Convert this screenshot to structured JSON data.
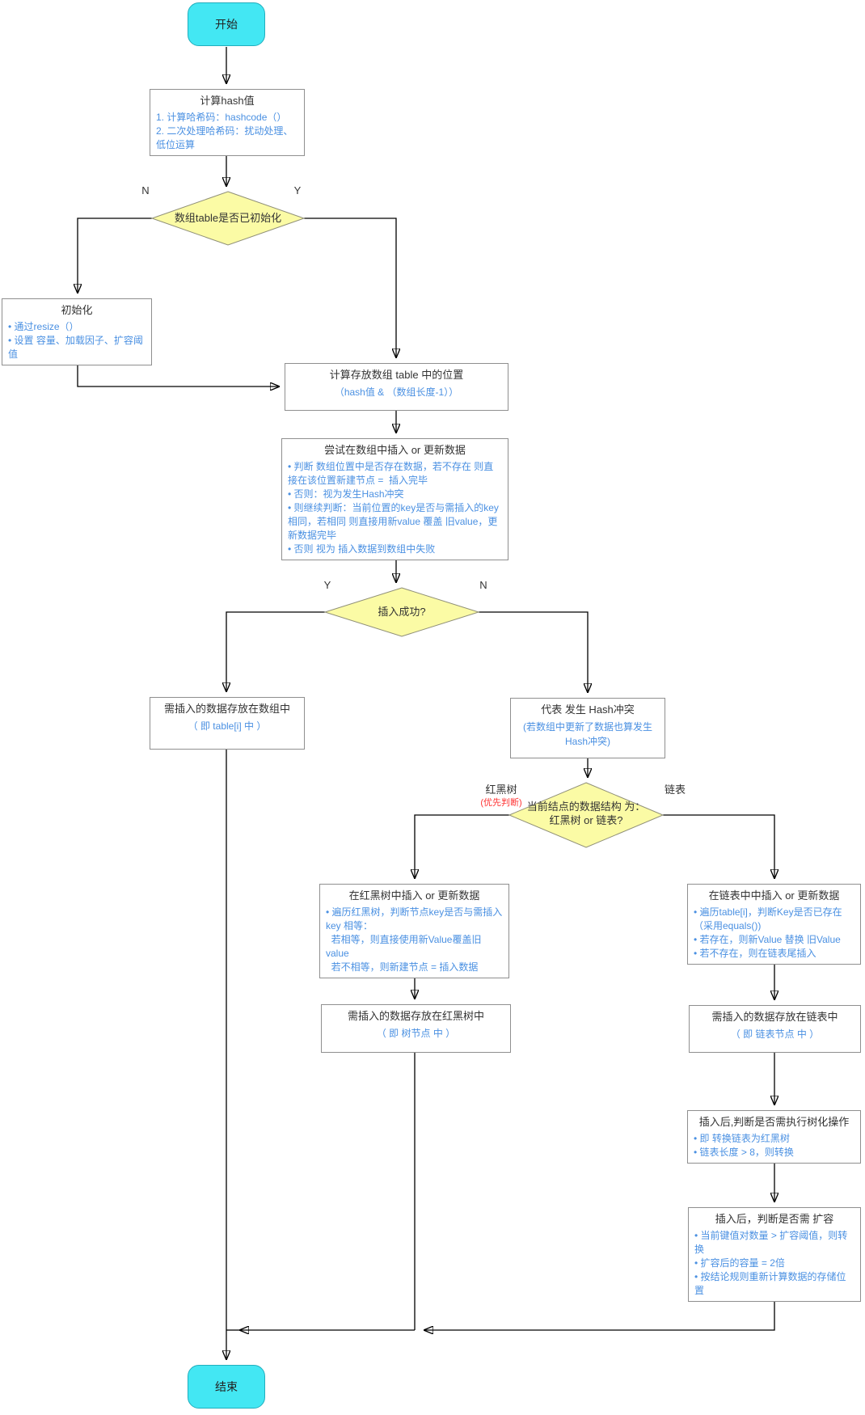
{
  "colors": {
    "accent_blue": "#4a90e2",
    "note_red": "#ff3333",
    "terminal_fill": "#43e7f3",
    "terminal_border": "#21aebd",
    "decision_fill": "#fbfba5",
    "decision_border": "#8f8f77",
    "box_border": "#8f8f8f",
    "connector": "#000000"
  },
  "nodes": {
    "start": {
      "label": "开始"
    },
    "hash": {
      "title": "计算hash值",
      "lines": [
        "1. 计算哈希码：hashcode（）",
        "2. 二次处理哈希码：扰动处理、低位运算"
      ]
    },
    "init_check": {
      "label": "数组table是否已初始化",
      "n": "N",
      "y": "Y"
    },
    "init": {
      "title": "初始化",
      "lines": [
        "• 通过resize（）",
        "• 设置 容量、加载因子、扩容阈值"
      ]
    },
    "locate": {
      "title": "计算存放数组 table 中的位置",
      "formula": "（hash值 & （数组长度-1））"
    },
    "try_insert": {
      "title": "尝试在数组中插入 or 更新数据",
      "lines": [
        "• 判断 数组位置中是否存在数据，若不存在 则直接在该位置新建节点 =  插入完毕",
        "• 否则：视为发生Hash冲突",
        "• 则继续判断：当前位置的key是否与需插入的key相同，若相同 则直接用新value 覆盖 旧value，更新数据完毕",
        "• 否则 视为 插入数据到数组中失败"
      ]
    },
    "insert_ok": {
      "label": "插入成功?",
      "y": "Y",
      "n": "N"
    },
    "stored_array": {
      "title": "需插入的数据存放在数组中",
      "note": "（ 即 table[i] 中 ）"
    },
    "hash_conflict": {
      "title": "代表 发生 Hash冲突",
      "note": "(若数组中更新了数据也算发生 Hash冲突)"
    },
    "structure_check": {
      "line1": "当前结点的数据结构 为：",
      "line2": "红黑树 or 链表?",
      "left_label": "红黑树",
      "left_note": "(优先判断)",
      "right_label": "链表"
    },
    "tree_insert": {
      "title": "在红黑树中插入 or 更新数据",
      "lines": [
        "• 遍历红黑树，判断节点key是否与需插入 key 相等：",
        "  若相等，则直接使用新Value覆盖旧 value",
        "  若不相等，则新建节点 = 插入数据"
      ]
    },
    "list_insert": {
      "title": "在链表中中插入 or 更新数据",
      "lines": [
        "• 遍历table[i]，判断Key是否已存在（采用equals())",
        "• 若存在，则新Value 替换 旧Value",
        "• 若不存在，则在链表尾插入"
      ]
    },
    "stored_tree": {
      "title": "需插入的数据存放在红黑树中",
      "note": "（ 即 树节点 中 ）"
    },
    "stored_list": {
      "title": "需插入的数据存放在链表中",
      "note": "（ 即 链表节点 中 ）"
    },
    "treeify": {
      "title": "插入后,判断是否需执行树化操作",
      "lines": [
        "• 即 转换链表为红黑树",
        "• 链表长度 > 8，则转换"
      ]
    },
    "resize": {
      "title": "插入后，判断是否需 扩容",
      "lines": [
        "• 当前键值对数量 > 扩容阈值，则转换",
        "• 扩容后的容量 = 2倍",
        "• 按结论规则重新计算数据的存储位置"
      ]
    },
    "end": {
      "label": "结束"
    }
  }
}
